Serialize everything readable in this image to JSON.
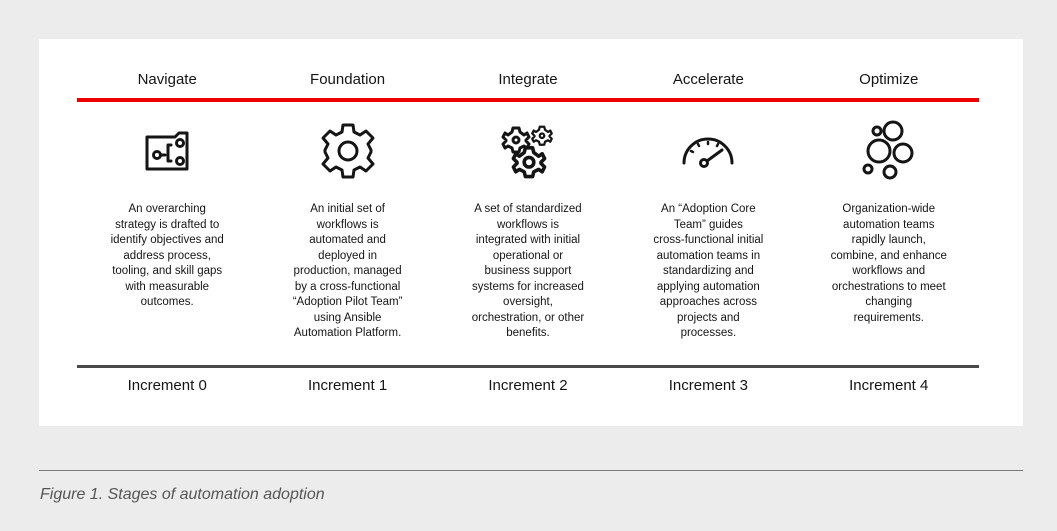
{
  "stages": [
    {
      "title": "Navigate",
      "icon": "strategy-map-icon",
      "description_lines": [
        "An overarching",
        "strategy is drafted to",
        "identify objectives and",
        "address process,",
        "tooling, and skill gaps",
        "with measurable",
        "outcomes."
      ],
      "increment": "Increment 0"
    },
    {
      "title": "Foundation",
      "icon": "gear-icon",
      "description_lines": [
        "An initial set of",
        "workflows is",
        "automated and",
        "deployed in",
        "production, managed",
        "by a cross-functional",
        "“Adoption Pilot Team”",
        "using Ansible",
        "Automation Platform."
      ],
      "increment": "Increment 1"
    },
    {
      "title": "Integrate",
      "icon": "gears-icon",
      "description_lines": [
        "A set of standardized",
        "workflows is",
        "integrated with initial",
        "operational or",
        "business support",
        "systems for increased",
        "oversight,",
        "orchestration, or other",
        "benefits."
      ],
      "increment": "Increment 2"
    },
    {
      "title": "Accelerate",
      "icon": "speedometer-icon",
      "description_lines": [
        "An “Adoption Core",
        "Team” guides",
        "cross-functional initial",
        "automation teams in",
        "standardizing and",
        "applying automation",
        "approaches across",
        "projects and",
        "processes."
      ],
      "increment": "Increment 3"
    },
    {
      "title": "Optimize",
      "icon": "bubbles-icon",
      "description_lines": [
        "Organization-wide",
        "automation teams",
        "rapidly launch,",
        "combine, and enhance",
        "workflows and",
        "orchestrations to meet",
        "changing",
        "requirements."
      ],
      "increment": "Increment 4"
    }
  ],
  "caption": "Figure 1. Stages of automation adoption",
  "colors": {
    "accent": "#ee0000",
    "divider": "#4a4a4a",
    "background": "#ececec",
    "panel": "#ffffff"
  }
}
